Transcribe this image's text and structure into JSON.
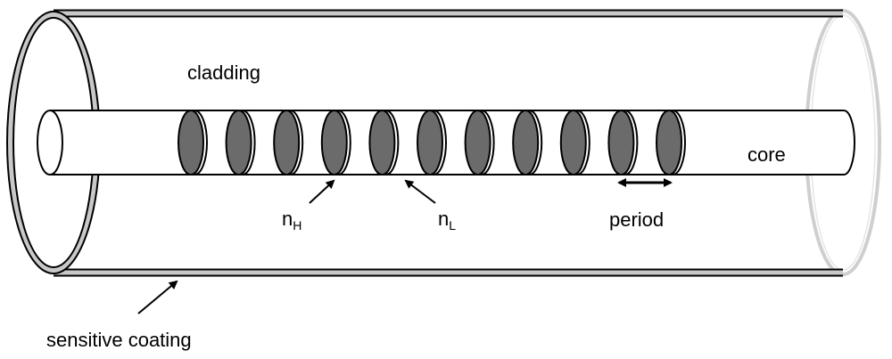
{
  "labels": {
    "cladding": "cladding",
    "core": "core",
    "n_high_base": "n",
    "n_high_sub": "H",
    "n_low_base": "n",
    "n_low_sub": "L",
    "period": "period",
    "sensitive_coating": "sensitive coating"
  },
  "grating": {
    "disk_count": 11
  },
  "colors": {
    "outline": "#000000",
    "coating": "#c8c8c8",
    "disk_fill": "#6b6b6b",
    "background": "#ffffff"
  }
}
